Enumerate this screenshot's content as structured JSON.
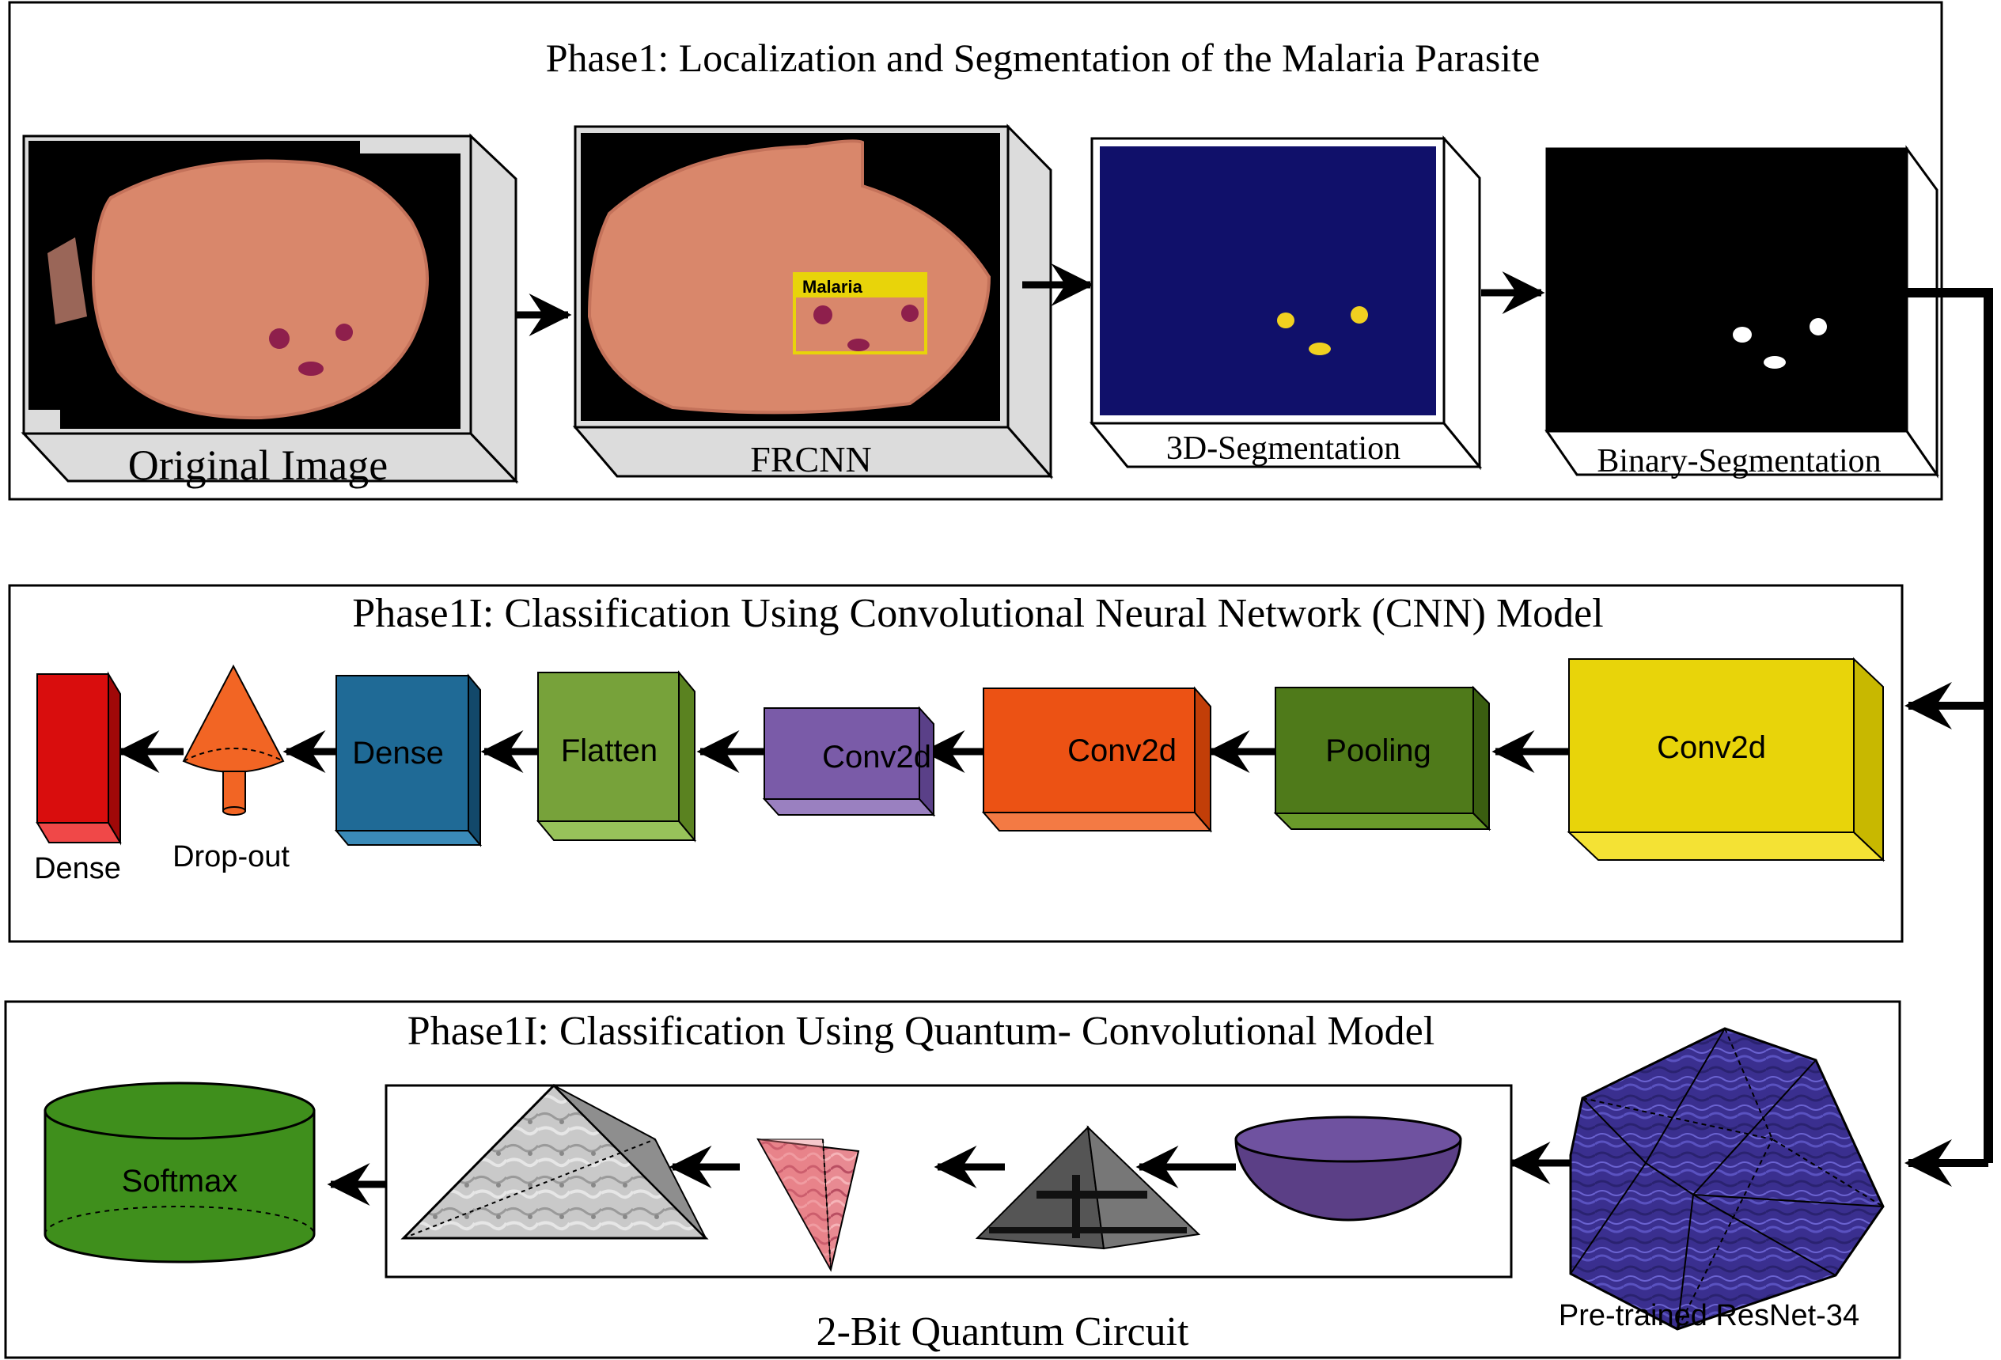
{
  "phase1": {
    "title": "Phase1: Localization and Segmentation of the Malaria Parasite",
    "panels": {
      "original": "Original Image",
      "frcnn": "FRCNN",
      "seg3d": "3D-Segmentation",
      "binary": "Binary-Segmentation"
    },
    "detection_label": "Malaria"
  },
  "phase2": {
    "title": "Phase1I: Classification Using Convolutional Neural Network (CNN) Model",
    "layers": {
      "conv2d_yellow": "Conv2d",
      "pooling": "Pooling",
      "conv2d_orange": "Conv2d",
      "conv2d_purple": "Conv2d",
      "flatten": "Flatten",
      "dense_blue": "Dense",
      "dropout": "Drop-out",
      "dense_red": "Dense"
    }
  },
  "phase3": {
    "title": "Phase1I: Classification Using Quantum- Convolutional Model",
    "resnet": "Pre-trained ResNet-34",
    "quantum_caption": "2-Bit Quantum Circuit",
    "softmax": "Softmax"
  },
  "colors": {
    "cell": "#d9876b",
    "cell_edge": "#c4725a",
    "parasite": "#8e1f4c",
    "seg_bg": "#10106a",
    "seg_blob": "#f0d020",
    "box_yellow": "#e8d40a",
    "box_green_dark": "#4f7a1a",
    "box_orange": "#ec5214",
    "box_purple": "#7a5ba8",
    "box_olive_green": "#77a23a",
    "box_blue": "#1f6a96",
    "cone_orange": "#f26524",
    "box_red": "#d90d0d",
    "resnet_blue": "#3a2f8f",
    "hemisphere": "#5b3f86",
    "pyramid_pink": "#e87e8a",
    "softmax_green": "#3f8f1c"
  }
}
